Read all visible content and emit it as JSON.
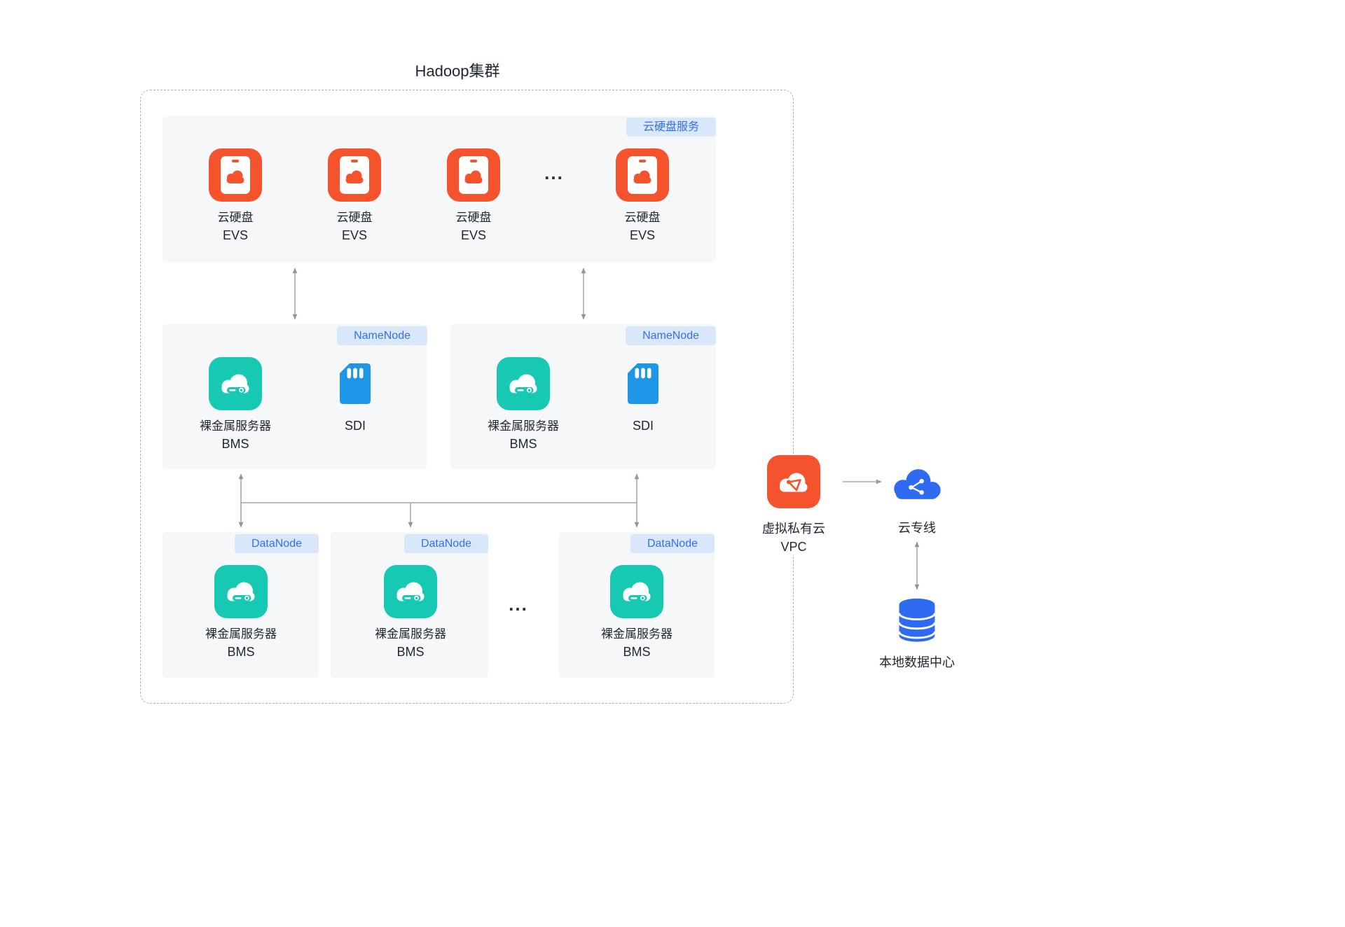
{
  "title": "Hadoop集群",
  "ellipsis": "...",
  "colors": {
    "evs_orange": "#F5532E",
    "bms_teal": "#17C8B2",
    "sdi_blue": "#1E96E8",
    "cloud_blue": "#2E6BF2",
    "badge_bg": "#D9E7FB",
    "badge_text": "#3370EB",
    "panel_bg": "#F6F7F9",
    "connector_gray": "#8F979E",
    "text_dark": "#1F2633"
  },
  "evs_panel": {
    "badge": "云硬盘服务",
    "items": [
      {
        "name": "云硬盘",
        "abbr": "EVS"
      },
      {
        "name": "云硬盘",
        "abbr": "EVS"
      },
      {
        "name": "云硬盘",
        "abbr": "EVS"
      },
      {
        "name": "云硬盘",
        "abbr": "EVS"
      }
    ]
  },
  "namenodes": [
    {
      "badge": "NameNode",
      "bms_name": "裸金属服务器",
      "bms_abbr": "BMS",
      "sdi_label": "SDI"
    },
    {
      "badge": "NameNode",
      "bms_name": "裸金属服务器",
      "bms_abbr": "BMS",
      "sdi_label": "SDI"
    }
  ],
  "datanodes": [
    {
      "badge": "DataNode",
      "bms_name": "裸金属服务器",
      "bms_abbr": "BMS"
    },
    {
      "badge": "DataNode",
      "bms_name": "裸金属服务器",
      "bms_abbr": "BMS"
    },
    {
      "badge": "DataNode",
      "bms_name": "裸金属服务器",
      "bms_abbr": "BMS"
    }
  ],
  "right": {
    "vpc_name": "虚拟私有云",
    "vpc_abbr": "VPC",
    "direct_connect": "云专线",
    "datacenter": "本地数据中心"
  }
}
